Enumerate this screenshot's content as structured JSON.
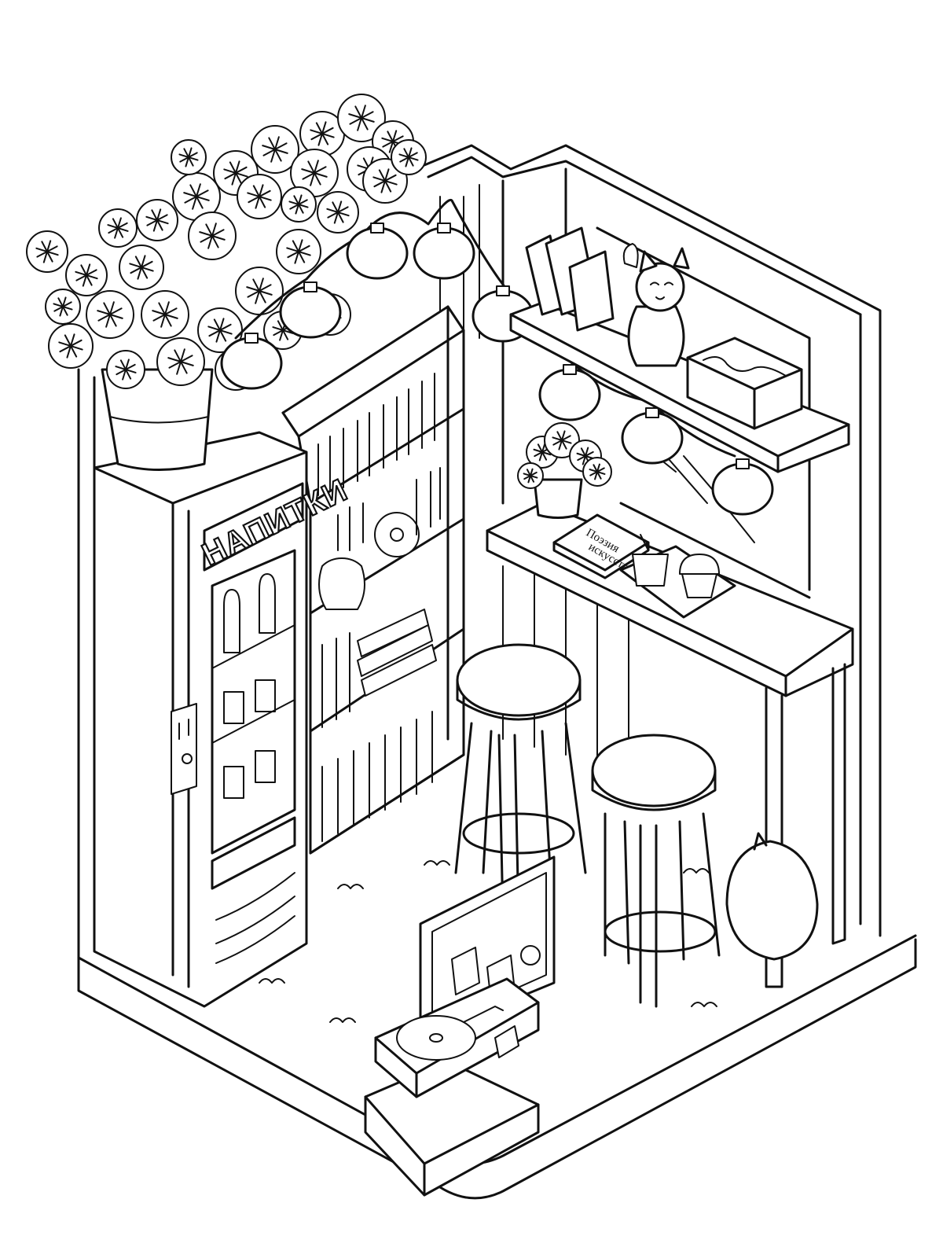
{
  "illustration": {
    "vending_sign": "НАПИТКИ",
    "cafe_book_title_line1": "Поэзия",
    "cafe_book_title_line2": "искусства",
    "line_color": "#111111",
    "background_color": "#ffffff"
  }
}
